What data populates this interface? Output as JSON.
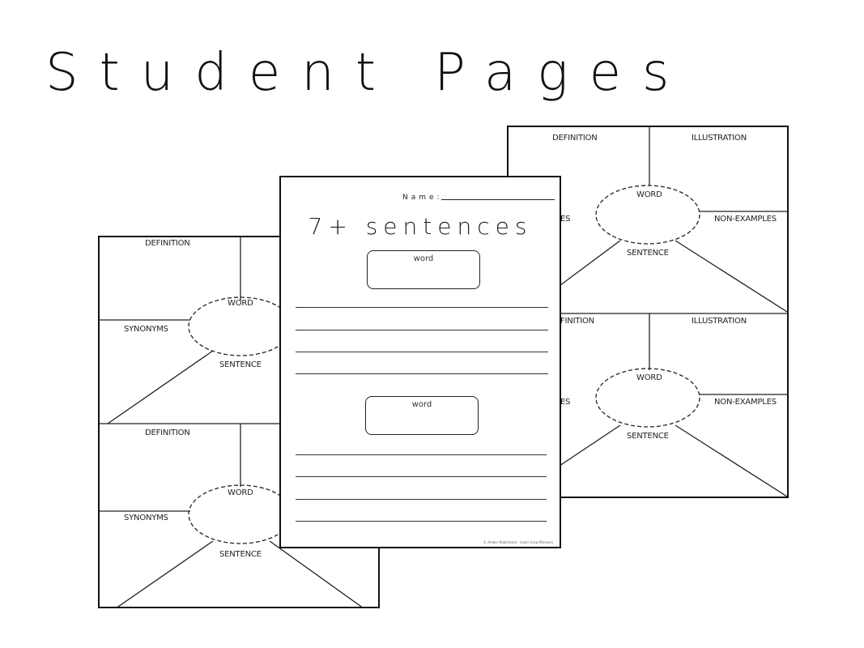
{
  "page_title": "Student Pages",
  "organizer": {
    "definition": "DEFINITION",
    "illustration": "ILLUSTRATION",
    "word": "WORD",
    "synonyms": "SYNONYMS",
    "non_examples": "NON-EXAMPLES",
    "sentence": "SENTENCE",
    "right_definition_partial": "FINITION",
    "right_examples_partial": "ES"
  },
  "sentences_sheet": {
    "name_label": "Name:",
    "title": "7+ sentences",
    "word_label_1": "word",
    "word_label_2": "word",
    "footer": "© Amber Robertsaid - Learn Grow Blossom"
  }
}
